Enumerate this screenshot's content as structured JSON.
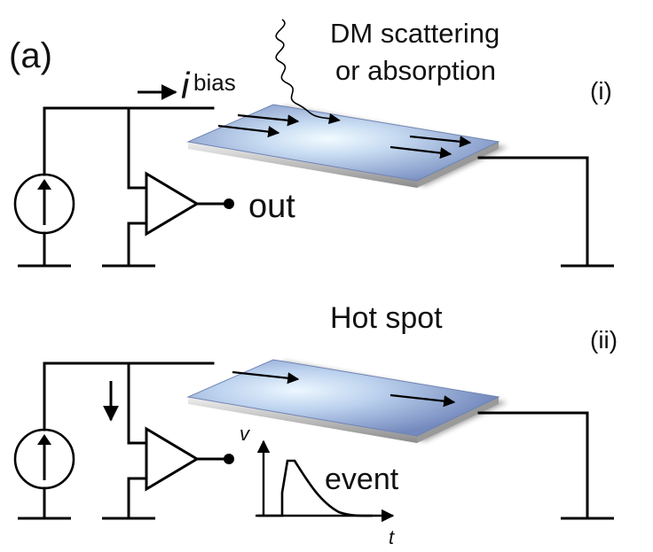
{
  "panel_label": "(a)",
  "top": {
    "label": "(i)",
    "bias_symbol": "i",
    "bias_subscript": "bias",
    "annotation_line1": "DM scattering",
    "annotation_line2": "or absorption",
    "output_label": "out"
  },
  "bottom": {
    "label": "(ii)",
    "hotspot_label": "Hot spot",
    "pulse_label": "event",
    "pulse_y_axis": "v",
    "pulse_x_axis": "t"
  },
  "colors": {
    "strip_top": "#8fa3cf",
    "strip_glow": "#e8f4ff",
    "strip_edge": "#c8c8c8",
    "wire": "#000000"
  },
  "icons": [
    "current-source-icon",
    "amplifier-icon",
    "ground-icon",
    "wavy-arrow-icon",
    "current-arrow-icon"
  ]
}
